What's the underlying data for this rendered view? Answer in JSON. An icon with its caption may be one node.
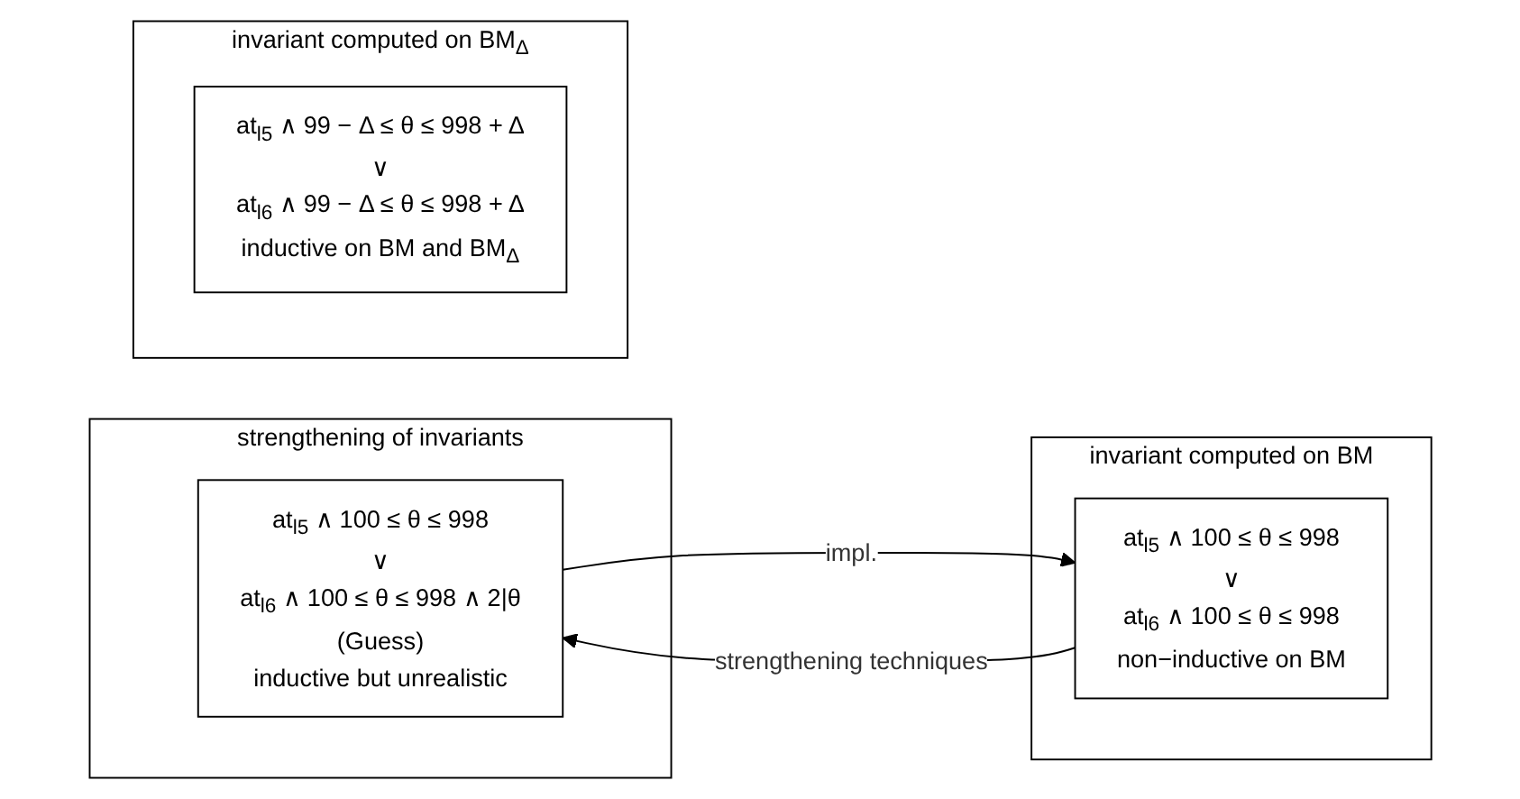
{
  "diagram": {
    "nodes": [
      {
        "text": [
          "strengthening of invariants"
        ]
      },
      {
        "text": [
          "at$_{l5}$ ∧ 100 ≤ θ ≤ 998",
          "∨",
          "at$_{l6}$ ∧ 100 ≤ θ ≤ 998 ∧ 2|θ",
          "(Guess)",
          "inductive but unrealistic"
        ],
        "in": 0
      },
      {
        "text": [
          "invariant computed on BM"
        ]
      },
      {
        "text": [
          "at$_{l5}$ ∧ 100 ≤ θ ≤ 998",
          "∨",
          "at$_{l6}$ ∧ 100 ≤ θ ≤ 998",
          "non−inductive on BM"
        ],
        "in": 2
      },
      {
        "text": [
          "invariant computed on BM$_{Δ}$"
        ]
      },
      {
        "text": [
          "at$_{l5}$ ∧ 99 − Δ ≤ θ ≤ 998 + Δ",
          "∨",
          "at$_{l6}$ ∧ 99 − Δ ≤ θ ≤ 998 + Δ",
          "inductive on BM and BM$_{Δ}$"
        ],
        "in": 4
      }
    ],
    "edges": [
      {
        "from": 1,
        "to": 3,
        "arrow": "to",
        "label": "impl."
      },
      {
        "from": 3,
        "to": 1,
        "arrow": "to",
        "label": "strengthening techniques"
      }
    ]
  }
}
